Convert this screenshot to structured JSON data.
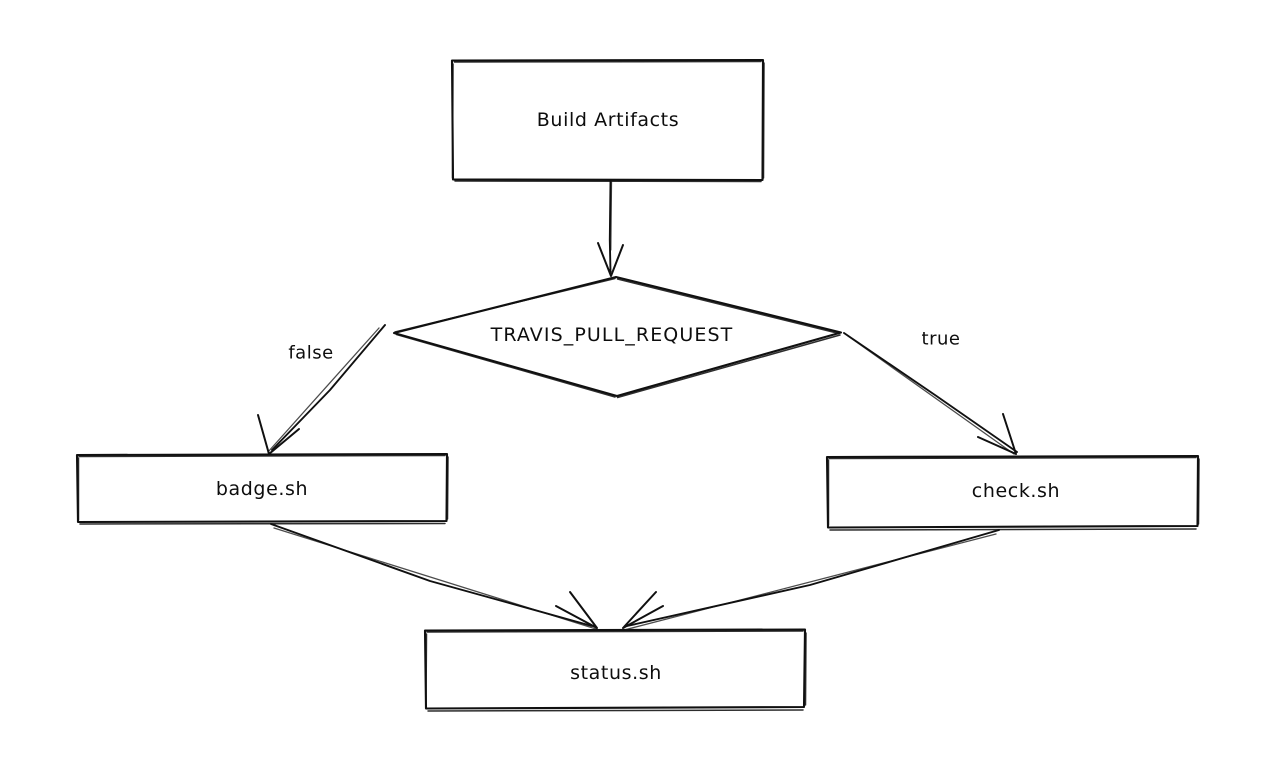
{
  "diagram": {
    "type": "flowchart",
    "style": "hand-drawn-sketch",
    "background_color": "#ffffff",
    "stroke_color": "#101010",
    "nodes": [
      {
        "id": "build-artifacts",
        "label": "Build Artifacts",
        "shape": "rectangle"
      },
      {
        "id": "travis-pull-request",
        "label": "TRAVIS_PULL_REQUEST",
        "shape": "diamond"
      },
      {
        "id": "badge-sh",
        "label": "badge.sh",
        "shape": "rectangle"
      },
      {
        "id": "check-sh",
        "label": "check.sh",
        "shape": "rectangle"
      },
      {
        "id": "status-sh",
        "label": "status.sh",
        "shape": "rectangle"
      }
    ],
    "edges": [
      {
        "id": "e1",
        "from": "build-artifacts",
        "to": "travis-pull-request",
        "label": ""
      },
      {
        "id": "e2",
        "from": "travis-pull-request",
        "to": "badge-sh",
        "label": "false"
      },
      {
        "id": "e3",
        "from": "travis-pull-request",
        "to": "check-sh",
        "label": "true"
      },
      {
        "id": "e4",
        "from": "badge-sh",
        "to": "status-sh",
        "label": ""
      },
      {
        "id": "e5",
        "from": "check-sh",
        "to": "status-sh",
        "label": ""
      }
    ]
  }
}
